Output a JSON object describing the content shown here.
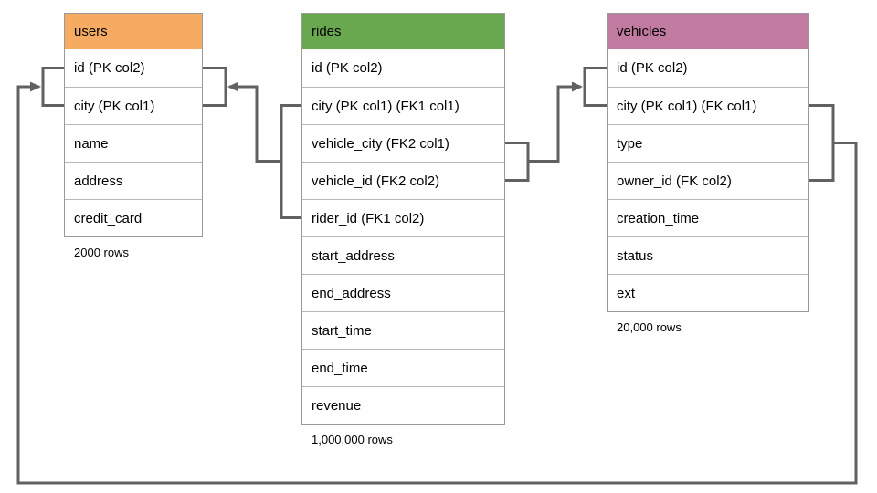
{
  "diagram": {
    "line_color": "#616161",
    "tables": [
      {
        "name": "users",
        "header_color": "#f6ab63",
        "columns": [
          "id (PK col2)",
          "city (PK col1)",
          "name",
          "address",
          "credit_card"
        ],
        "row_count": "2000 rows"
      },
      {
        "name": "rides",
        "header_color": "#6aa84f",
        "columns": [
          "id (PK col2)",
          "city (PK col1) (FK1 col1)",
          "vehicle_city (FK2 col1)",
          "vehicle_id (FK2 col2)",
          "rider_id (FK1 col2)",
          "start_address",
          "end_address",
          "start_time",
          "end_time",
          "revenue"
        ],
        "row_count": "1,000,000 rows"
      },
      {
        "name": "vehicles",
        "header_color": "#c27ba0",
        "columns": [
          "id (PK col2)",
          "city (PK col1) (FK col1)",
          "type",
          "owner_id (FK col2)",
          "creation_time",
          "status",
          "ext"
        ],
        "row_count": "20,000 rows"
      }
    ],
    "relationships": [
      {
        "name": "FK1",
        "from": "rides (city, rider_id)",
        "to": "users (id, city)"
      },
      {
        "name": "FK2",
        "from": "rides (vehicle_city, vehicle_id)",
        "to": "vehicles (id, city)"
      },
      {
        "name": "FK",
        "from": "vehicles (city, owner_id)",
        "to": "users (id, city)"
      }
    ]
  }
}
